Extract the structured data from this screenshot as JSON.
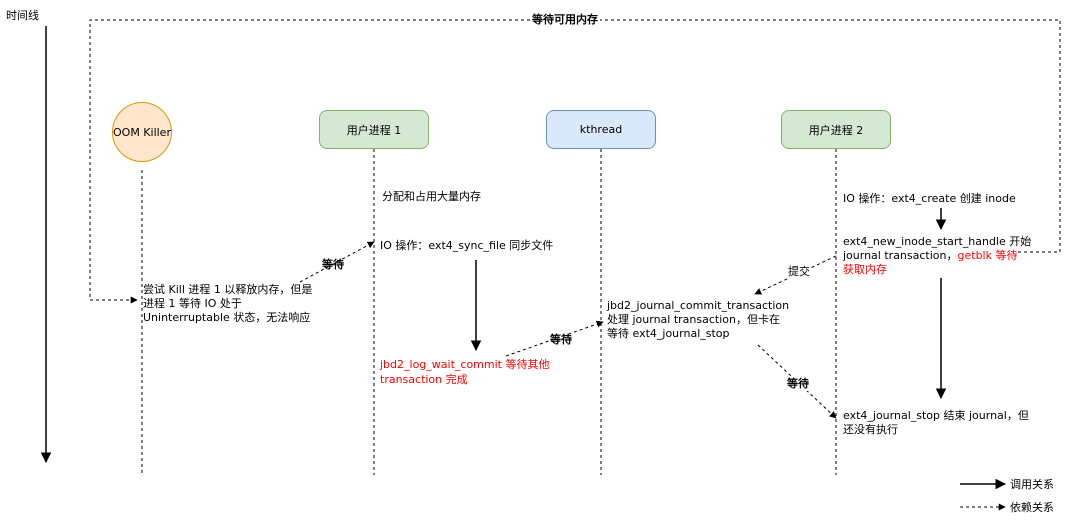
{
  "timeline_label": "时间线",
  "top_loop_label": "等待可用内存",
  "actors": {
    "oom": "OOM Killer",
    "user1": "用户进程 1",
    "kthread": "kthread",
    "user2": "用户进程 2"
  },
  "notes": {
    "user1_alloc": "分配和占用大量内存",
    "user1_io": "IO 操作：ext4_sync_file 同步文件",
    "user1_wait_red_1": "jbd2_log_wait_commit 等待其他",
    "user1_wait_red_2": "transaction 完成",
    "oom_1": "尝试 Kill 进程 1 以释放内存，但是",
    "oom_2": "进程 1 等待 IO 处于",
    "oom_3": "Uninterruptable 状态，无法响应",
    "kt_1": "jbd2_journal_commit_transaction",
    "kt_2": "处理 journal transaction，但卡在",
    "kt_3": "等待 ext4_journal_stop",
    "u2_io": "IO 操作：ext4_create 创建 inode",
    "u2_h1": "ext4_new_inode_start_handle 开始",
    "u2_h2a": "journal transaction，",
    "u2_h2b": "getblk 等待",
    "u2_h3": "获取内存",
    "u2_stop1": "ext4_journal_stop 结束 journal，但",
    "u2_stop2": "还没有执行"
  },
  "edge_labels": {
    "wait1": "等待",
    "wait2": "等待",
    "commit": "提交",
    "wait3": "等待"
  },
  "legend": {
    "call": "调用关系",
    "depend": "依赖关系"
  },
  "colors": {
    "oom_fill": "#ffe6cc",
    "oom_stroke": "#d79b00",
    "user_fill": "#d5e8d4",
    "user_stroke": "#82b366",
    "kthread_fill": "#dae8fc",
    "kthread_stroke": "#6c8ebf",
    "highlight_text": "#ff0000"
  }
}
